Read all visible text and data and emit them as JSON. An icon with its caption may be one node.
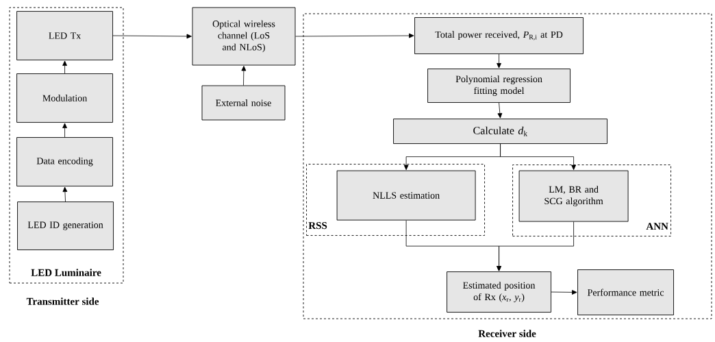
{
  "diagram": {
    "nodes": [
      {
        "text": [
          "LED Luminaire",
          "Transmitter side"
        ]
      },
      {
        "text": [
          "LED Tx"
        ],
        "in": 0
      },
      {
        "text": [
          "Modulation"
        ],
        "in": 0
      },
      {
        "text": [
          "Data encoding"
        ],
        "in": 0
      },
      {
        "text": [
          "LED ID generation"
        ],
        "in": 0
      },
      {
        "text": [
          "Optical wireless channel (LoS and NLoS)"
        ]
      },
      {
        "text": [
          "External noise"
        ]
      },
      {
        "text": [
          "Receiver side"
        ]
      },
      {
        "text": [
          "Total power received, *P*$_{R,i}$ at PD"
        ],
        "in": 7
      },
      {
        "text": [
          "Polynomial regression fitting model"
        ],
        "in": 7
      },
      {
        "text": [
          "Calculate *d*$_{k}$"
        ],
        "in": 7
      },
      {
        "text": [
          "RSS"
        ],
        "in": 7
      },
      {
        "text": [
          "NLLS estimation"
        ],
        "in": 11
      },
      {
        "text": [
          "ANN"
        ],
        "in": 7
      },
      {
        "text": [
          "LM, BR and SCG algorithm"
        ],
        "in": 13
      },
      {
        "text": [
          "Estimated position of Rx (*x*$_{r}$, *y*$_{r}$)"
        ],
        "in": 7
      },
      {
        "text": [
          "Performance metric"
        ],
        "in": 7
      }
    ],
    "edges": [
      {
        "from": 4,
        "to": 3,
        "arrow": "to"
      },
      {
        "from": 3,
        "to": 2,
        "arrow": "to"
      },
      {
        "from": 2,
        "to": 1,
        "arrow": "to"
      },
      {
        "from": 1,
        "to": 5,
        "arrow": "to"
      },
      {
        "from": 6,
        "to": 5,
        "arrow": "to"
      },
      {
        "from": 5,
        "to": 8,
        "arrow": "to"
      },
      {
        "from": 8,
        "to": 9,
        "arrow": "to"
      },
      {
        "from": 9,
        "to": 10,
        "arrow": "to"
      },
      {
        "from": 10,
        "to": 12,
        "arrow": "to"
      },
      {
        "from": 10,
        "to": 14,
        "arrow": "to"
      },
      {
        "from": 12,
        "to": 15,
        "arrow": "to"
      },
      {
        "from": 14,
        "to": 15,
        "arrow": "to"
      },
      {
        "from": 15,
        "to": 16,
        "arrow": "to"
      }
    ]
  }
}
